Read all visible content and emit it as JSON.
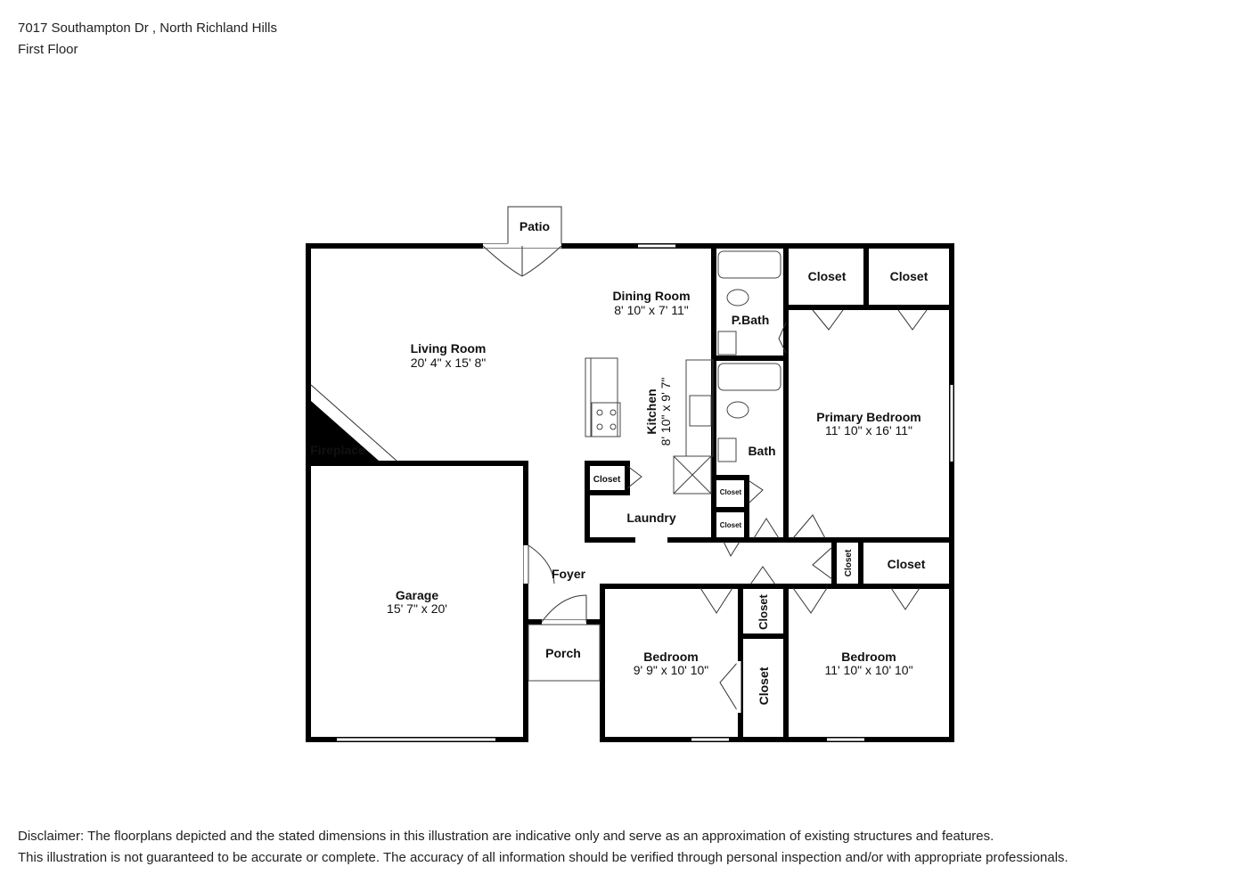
{
  "header": {
    "address": "7017 Southampton Dr , North Richland Hills",
    "floor": "First Floor"
  },
  "rooms": {
    "patio": "Patio",
    "dining_room": {
      "name": "Dining Room",
      "dims": "8' 10\" x 7' 11\""
    },
    "living_room": {
      "name": "Living Room",
      "dims": "20' 4\" x 15' 8\""
    },
    "kitchen": {
      "name": "Kitchen",
      "dims": "8' 10\" x 9' 7\""
    },
    "pbath": "P.Bath",
    "bath": "Bath",
    "closet_top_left": "Closet",
    "closet_top_right": "Closet",
    "primary_bedroom": {
      "name": "Primary Bedroom",
      "dims": "11' 10\" x 16' 11\""
    },
    "fireplace": "Fireplace",
    "closet_kitchen": "Closet",
    "closet_bath_upper": "Closet",
    "closet_bath_lower": "Closet",
    "laundry": "Laundry",
    "garage": {
      "name": "Garage",
      "dims": "15' 7\" x 20'"
    },
    "foyer": "Foyer",
    "porch": "Porch",
    "closet_hall_vertical": "Closet",
    "closet_hall_right": "Closet",
    "closet_mid_upper": "Closet",
    "closet_mid_lower": "Closet",
    "bedroom_left": {
      "name": "Bedroom",
      "dims": "9' 9\" x 10' 10\""
    },
    "bedroom_right": {
      "name": "Bedroom",
      "dims": "11' 10\" x 10' 10\""
    }
  },
  "disclaimer": {
    "line1": "Disclaimer: The floorplans depicted and the stated dimensions in this illustration are indicative only and serve as an approximation of existing structures and features.",
    "line2": "This illustration is not guaranteed to be accurate or complete. The accuracy of all information should be verified through personal inspection and/or with appropriate professionals."
  }
}
